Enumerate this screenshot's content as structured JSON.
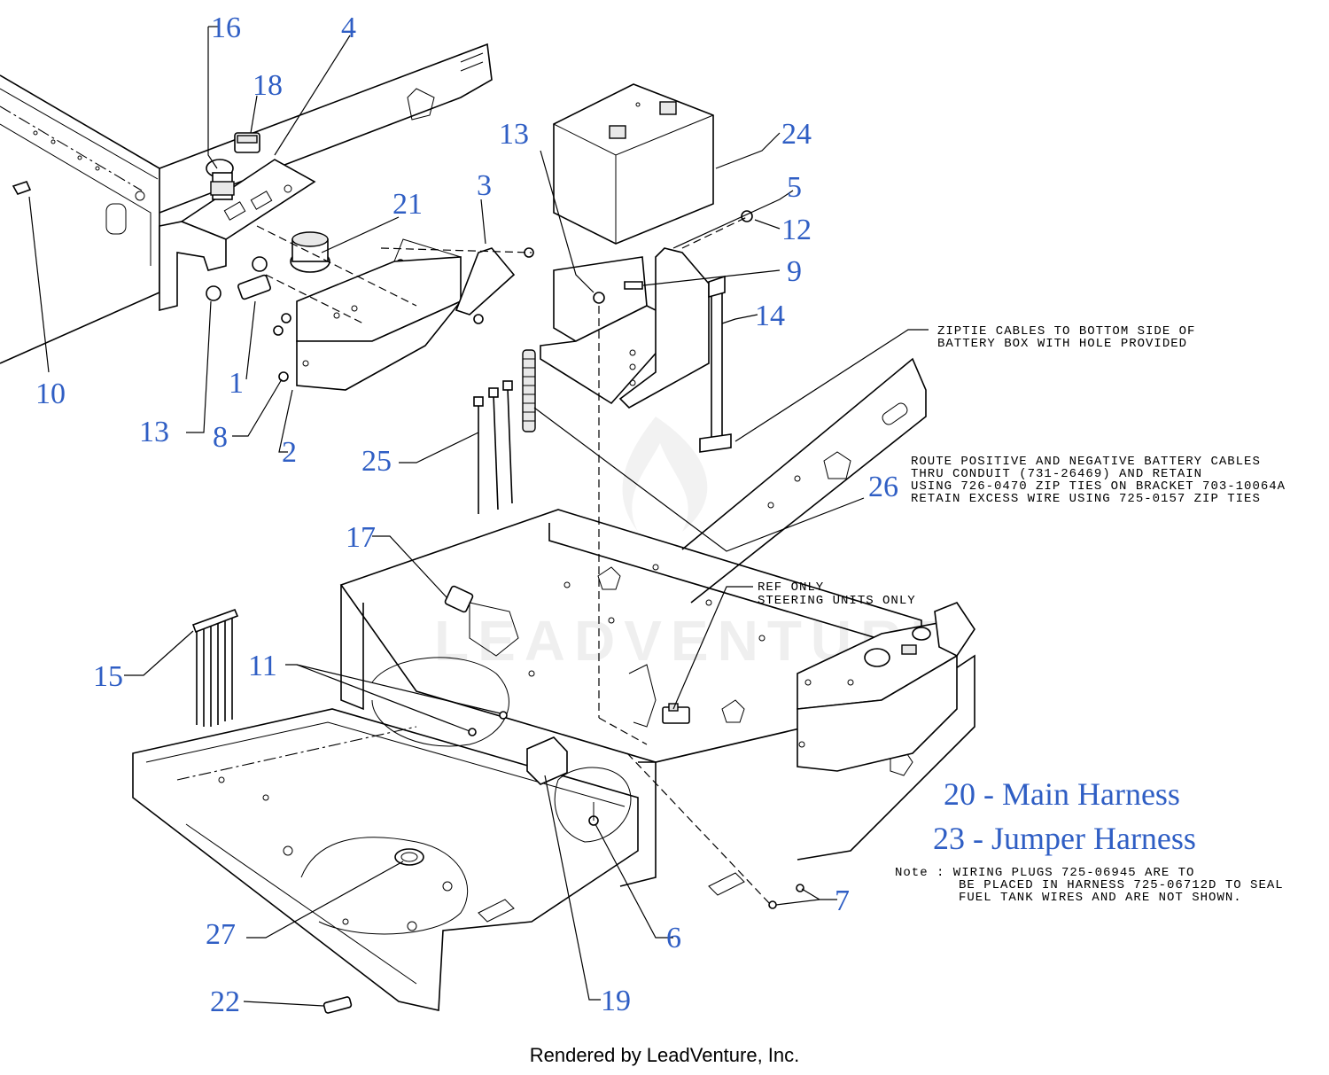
{
  "callouts": [
    {
      "id": "c16",
      "label": "16"
    },
    {
      "id": "c4",
      "label": "4"
    },
    {
      "id": "c18",
      "label": "18"
    },
    {
      "id": "c21",
      "label": "21"
    },
    {
      "id": "c3",
      "label": "3"
    },
    {
      "id": "c13a",
      "label": "13"
    },
    {
      "id": "c24",
      "label": "24"
    },
    {
      "id": "c5",
      "label": "5"
    },
    {
      "id": "c12",
      "label": "12"
    },
    {
      "id": "c9",
      "label": "9"
    },
    {
      "id": "c14",
      "label": "14"
    },
    {
      "id": "c10",
      "label": "10"
    },
    {
      "id": "c1",
      "label": "1"
    },
    {
      "id": "c13b",
      "label": "13"
    },
    {
      "id": "c8",
      "label": "8"
    },
    {
      "id": "c2",
      "label": "2"
    },
    {
      "id": "c25",
      "label": "25"
    },
    {
      "id": "c26",
      "label": "26"
    },
    {
      "id": "c17",
      "label": "17"
    },
    {
      "id": "c15",
      "label": "15"
    },
    {
      "id": "c11",
      "label": "11"
    },
    {
      "id": "c27",
      "label": "27"
    },
    {
      "id": "c6",
      "label": "6"
    },
    {
      "id": "c7",
      "label": "7"
    },
    {
      "id": "c19",
      "label": "19"
    },
    {
      "id": "c22",
      "label": "22"
    }
  ],
  "notes": {
    "ziptie": [
      "ZIPTIE CABLES TO BOTTOM SIDE OF",
      "BATTERY BOX WITH HOLE PROVIDED"
    ],
    "route": [
      "ROUTE POSITIVE AND NEGATIVE BATTERY CABLES",
      "THRU CONDUIT (731-26469) AND RETAIN",
      "USING 726-0470 ZIP TIES ON BRACKET 703-10064A",
      "RETAIN EXCESS WIRE USING 725-0157 ZIP TIES"
    ],
    "ref_only": [
      "REF ONLY",
      "STEERING UNITS ONLY"
    ],
    "wiring": [
      "Note : WIRING PLUGS 725-06945 ARE TO",
      "BE PLACED IN HARNESS 725-06712D TO SEAL",
      "FUEL TANK WIRES AND ARE NOT SHOWN."
    ]
  },
  "legend": {
    "main_harness": "20 - Main Harness",
    "jumper_harness": "23 - Jumper Harness"
  },
  "watermark": "LEADVENTURE",
  "footer": "Rendered by LeadVenture, Inc."
}
